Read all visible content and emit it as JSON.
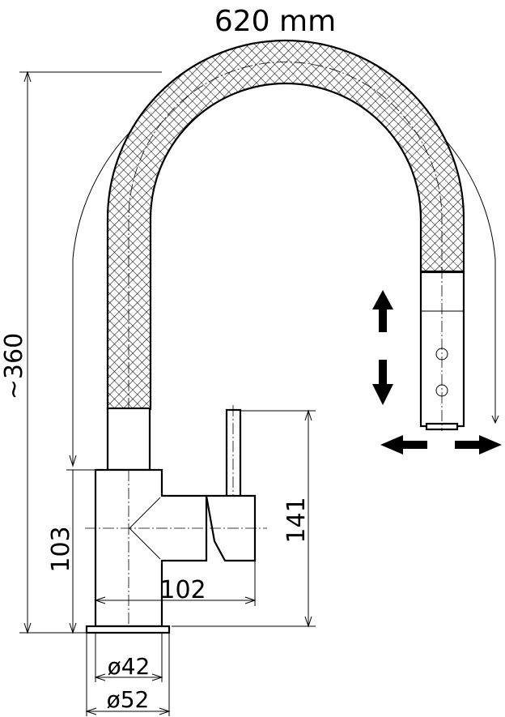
{
  "dimensions": {
    "reach": "620  mm",
    "height": "~360",
    "spout_height": "103",
    "handle_height": "141",
    "body_depth": "102",
    "diameter_inner": "ø42",
    "diameter_outer": "ø52"
  },
  "colors": {
    "line": "#000000",
    "background": "#ffffff"
  },
  "icons": [
    "arrow-up-icon",
    "arrow-down-icon",
    "arrow-left-icon",
    "arrow-right-icon"
  ]
}
